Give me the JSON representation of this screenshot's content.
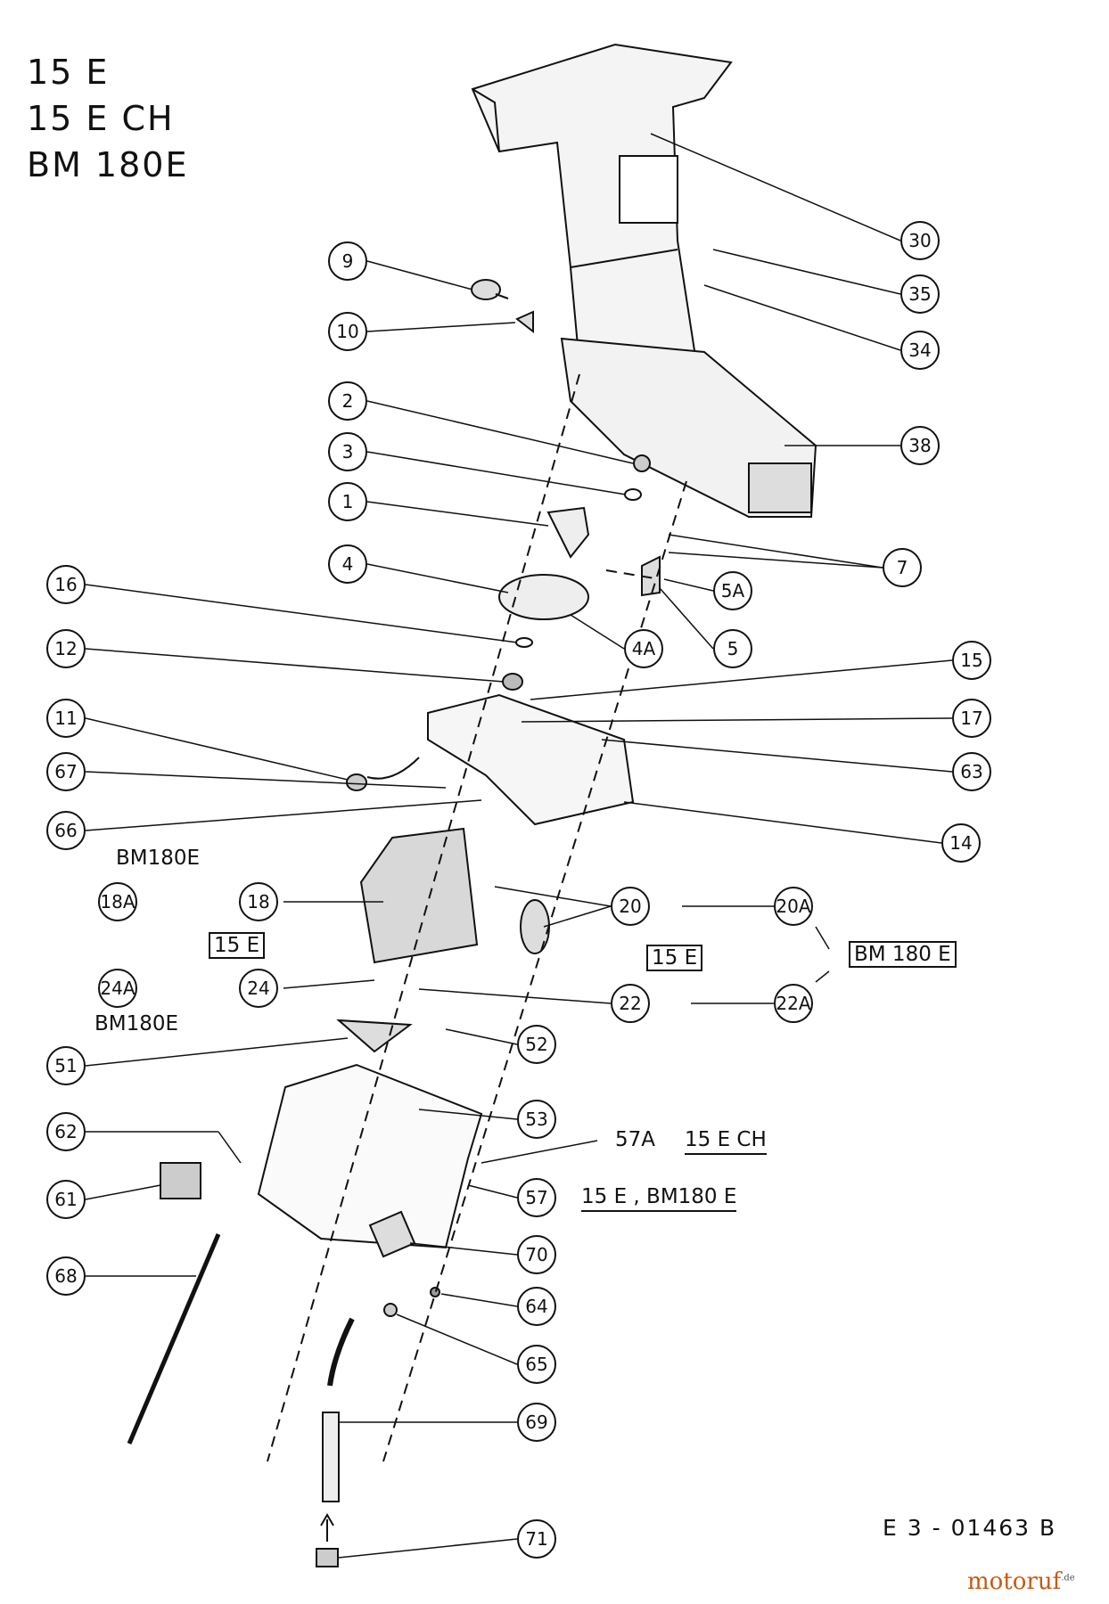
{
  "models": [
    "15 E",
    "15 E CH",
    "BM 180E"
  ],
  "callouts": [
    {
      "id": "9"
    },
    {
      "id": "10"
    },
    {
      "id": "2"
    },
    {
      "id": "3"
    },
    {
      "id": "1"
    },
    {
      "id": "4"
    },
    {
      "id": "16"
    },
    {
      "id": "12"
    },
    {
      "id": "11"
    },
    {
      "id": "67"
    },
    {
      "id": "66"
    },
    {
      "id": "18A"
    },
    {
      "id": "18"
    },
    {
      "id": "24A"
    },
    {
      "id": "24"
    },
    {
      "id": "51"
    },
    {
      "id": "62"
    },
    {
      "id": "61"
    },
    {
      "id": "68"
    },
    {
      "id": "30"
    },
    {
      "id": "35"
    },
    {
      "id": "34"
    },
    {
      "id": "38"
    },
    {
      "id": "7"
    },
    {
      "id": "5A"
    },
    {
      "id": "4A"
    },
    {
      "id": "5"
    },
    {
      "id": "15"
    },
    {
      "id": "17"
    },
    {
      "id": "63"
    },
    {
      "id": "14"
    },
    {
      "id": "20"
    },
    {
      "id": "20A"
    },
    {
      "id": "22"
    },
    {
      "id": "22A"
    },
    {
      "id": "52"
    },
    {
      "id": "53"
    },
    {
      "id": "57"
    },
    {
      "id": "70"
    },
    {
      "id": "64"
    },
    {
      "id": "65"
    },
    {
      "id": "69"
    },
    {
      "id": "71"
    }
  ],
  "variant_labels": {
    "bm180e_18a": "BM180E",
    "box_15e_left": "15 E",
    "bm180e_24a": "BM180E",
    "box_15e_right": "15 E",
    "box_bm180e_right": "BM 180 E",
    "label_57a": "57A",
    "label_15ech": "15 E CH",
    "label_15e_bm180e": "15 E , BM180 E"
  },
  "drawing_number": "E 3 - 01463 B",
  "watermark": {
    "main": "motoruf",
    "suffix": ".de"
  }
}
